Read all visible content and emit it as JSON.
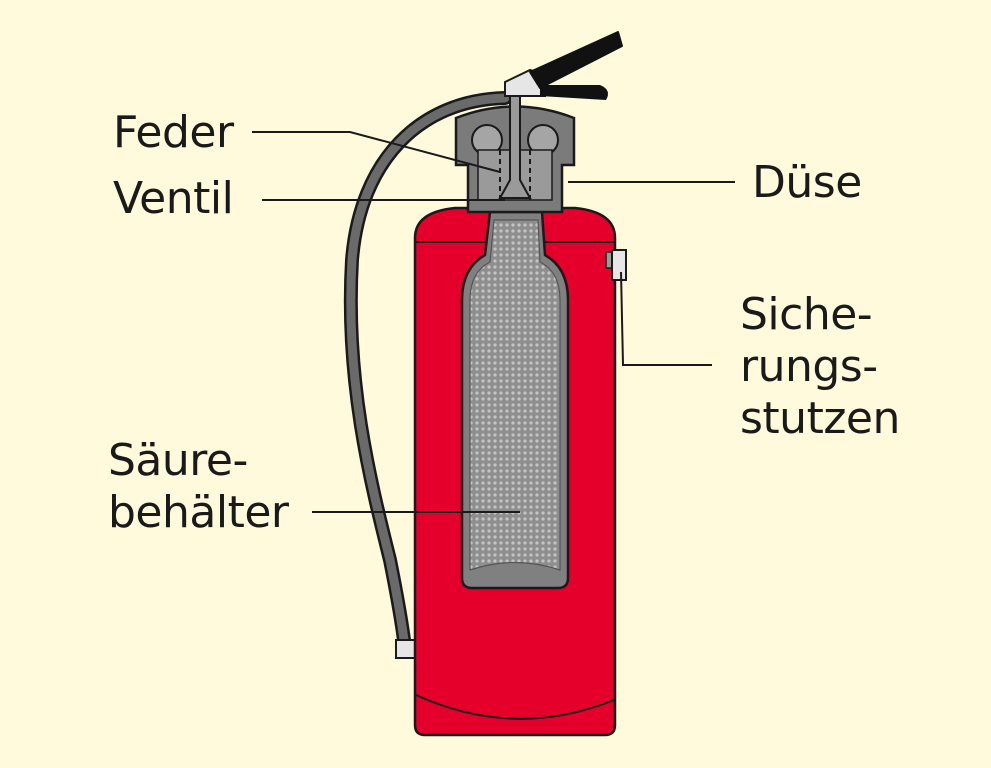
{
  "diagram": {
    "subject": "Fire extinguisher cross-section",
    "labels": {
      "feder": "Feder",
      "ventil": "Ventil",
      "duese": "Düse",
      "sicherungsstutzen_1": "Siche-",
      "sicherungsstutzen_2": "rungs-",
      "sicherungsstutzen_3": "stutzen",
      "saeurebehaelter_1": "Säure-",
      "saeurebehaelter_2": "behälter"
    },
    "colors": {
      "background": "#fffadc",
      "body": "#e4002b",
      "head": "#7b7b7b",
      "hose": "#5a5a5a",
      "canister": "#9a9a9a",
      "outline": "#1a1a1a"
    }
  }
}
